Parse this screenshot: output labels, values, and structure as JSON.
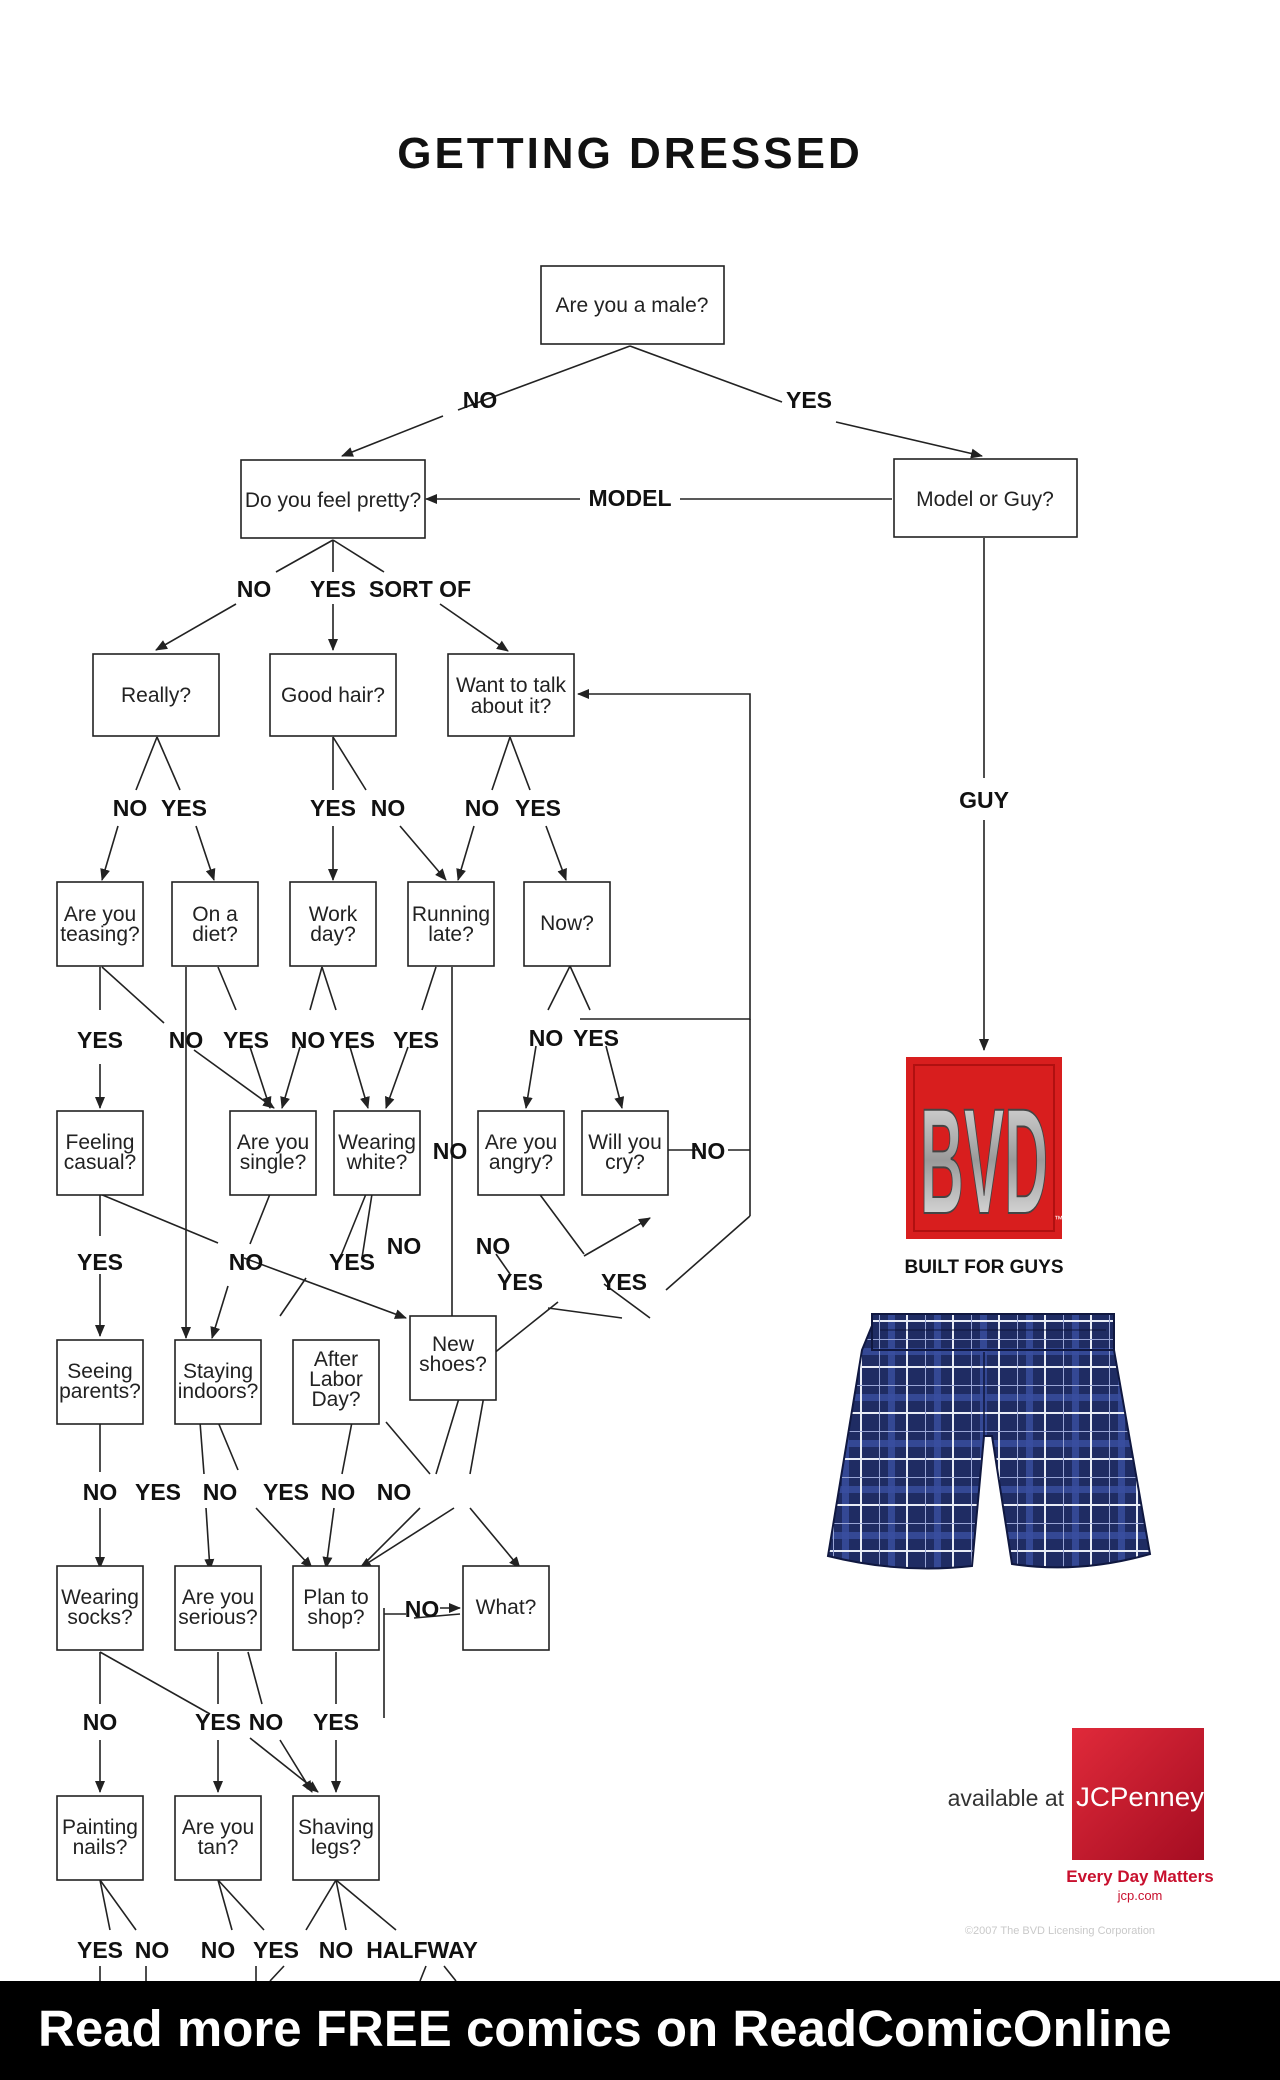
{
  "title": "GETTING DRESSED",
  "nodes": {
    "male": "Are you a male?",
    "pretty": "Do you feel pretty?",
    "model_guy": "Model or Guy?",
    "really": "Really?",
    "good_hair": "Good hair?",
    "talk": [
      "Want to talk",
      "about it?"
    ],
    "teasing": [
      "Are you",
      "teasing?"
    ],
    "diet": [
      "On a",
      "diet?"
    ],
    "work_day": [
      "Work",
      "day?"
    ],
    "running_late": [
      "Running",
      "late?"
    ],
    "now": "Now?",
    "casual": [
      "Feeling",
      "casual?"
    ],
    "single": [
      "Are you",
      "single?"
    ],
    "white": [
      "Wearing",
      "white?"
    ],
    "angry": [
      "Are you",
      "angry?"
    ],
    "cry": [
      "Will you",
      "cry?"
    ],
    "parents": [
      "Seeing",
      "parents?"
    ],
    "indoors": [
      "Staying",
      "indoors?"
    ],
    "labor_day": [
      "After",
      "Labor",
      "Day?"
    ],
    "new_shoes": [
      "New",
      "shoes?"
    ],
    "socks": [
      "Wearing",
      "socks?"
    ],
    "serious": [
      "Are you",
      "serious?"
    ],
    "shop": [
      "Plan to",
      "shop?"
    ],
    "what": "What?",
    "nails": [
      "Painting",
      "nails?"
    ],
    "tan": [
      "Are you",
      "tan?"
    ],
    "legs": [
      "Shaving",
      "legs?"
    ]
  },
  "labels": {
    "no": "NO",
    "yes": "YES",
    "sort_of": "SORT OF",
    "model": "MODEL",
    "guy": "GUY",
    "halfway": "HALFWAY"
  },
  "ad": {
    "brand": "BVD",
    "tagline": "BUILT FOR GUYS",
    "available_at": "available at",
    "retailer": "JCPenney",
    "slogan": "Every Day Matters",
    "tm": "™",
    "site": "jcp.com",
    "copyright": "©2007 The BVD Licensing Corporation"
  },
  "banner": "Read more FREE comics on ReadComicOnline",
  "colors": {
    "bvd_red": "#d81e1e",
    "jcp_red": "#c8102e",
    "plaid_navy": "#1f2c63",
    "banner_bg": "#000000",
    "banner_text": "#ffffff"
  }
}
